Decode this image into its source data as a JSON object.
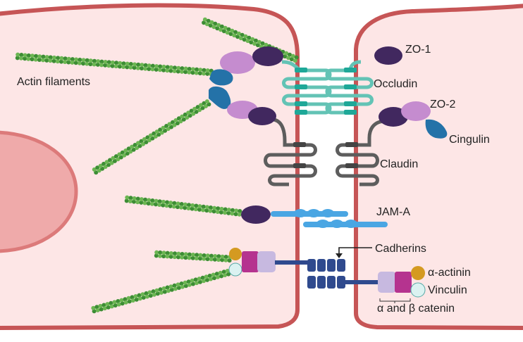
{
  "labels": {
    "actin": "Actin filaments",
    "zo1": "ZO-1",
    "occludin": "Occludin",
    "zo2": "ZO-2",
    "cingulin": "Cingulin",
    "claudin": "Claudin",
    "jama": "JAM-A",
    "cadherins": "Cadherins",
    "actinin": "α-actinin",
    "vinculin": "Vinculin",
    "catenin": "α and β catenin"
  },
  "colors": {
    "cytoplasm": "#fde6e6",
    "membrane": "#c65556",
    "nucleus": "#efaaaa",
    "nucleus_border": "#dc7a7a",
    "actin_dark": "#3d8d35",
    "actin_light": "#6cb653",
    "zo_purple": "#41285f",
    "lilac": "#c58ccf",
    "cingulin_blue": "#2472a8",
    "occludin_teal": "#63c3b5",
    "occludin_dark": "#1ea898",
    "claudin_gray": "#5d5d5d",
    "jam_blue": "#4aa6e3",
    "cadherin_navy": "#2f4a8e",
    "catenin_magenta": "#b5338f",
    "catenin_light": "#c7b9e0",
    "actinin_gold": "#d49a21",
    "vinculin_pale": "#dbf2f1"
  }
}
